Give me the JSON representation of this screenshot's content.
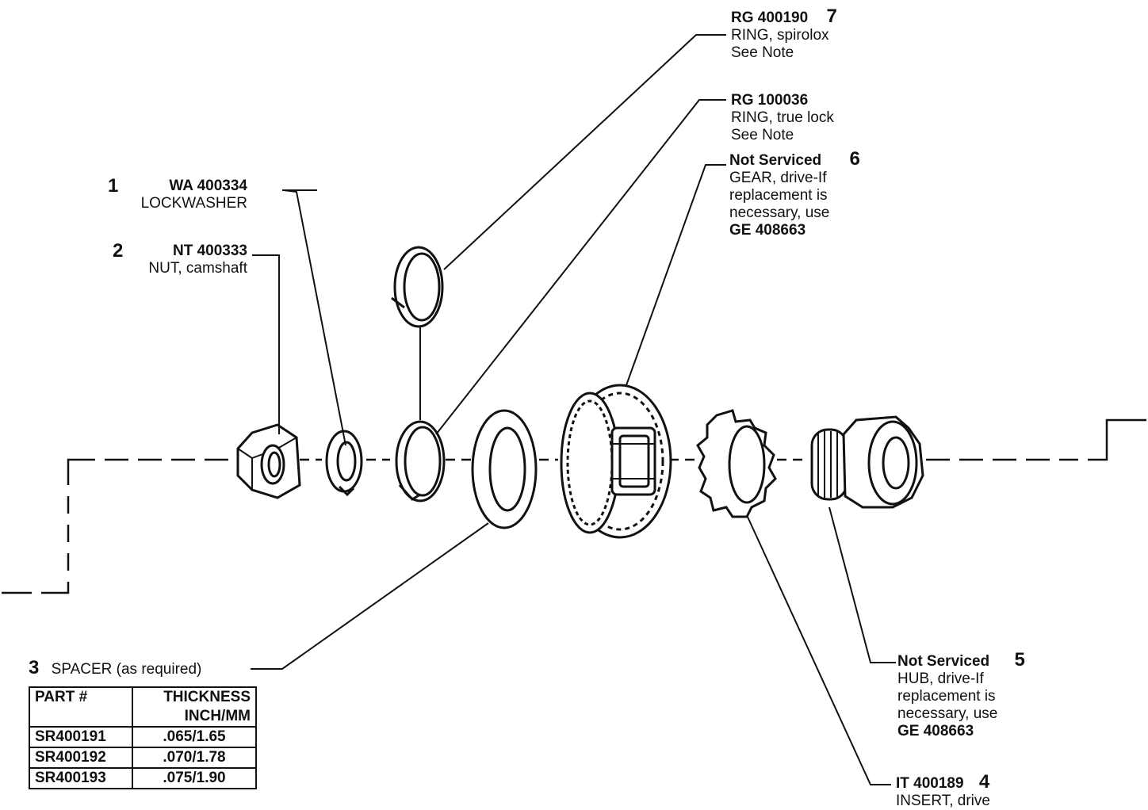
{
  "callouts": {
    "p7": {
      "num": "7",
      "part": "RG 400190",
      "desc": [
        "RING, spirolox",
        "See Note"
      ]
    },
    "p_ring": {
      "part": "RG 100036",
      "desc": [
        "RING, true lock",
        "See Note"
      ]
    },
    "p6": {
      "num": "6",
      "part": "Not Serviced",
      "desc": [
        "GEAR, drive-If",
        "replacement is",
        "necessary, use"
      ],
      "alt": "GE 408663"
    },
    "p1": {
      "num": "1",
      "part": "WA 400334",
      "desc": "LOCKWASHER"
    },
    "p2": {
      "num": "2",
      "part": "NT 400333",
      "desc": "NUT, camshaft"
    },
    "p3": {
      "num": "3",
      "desc": "SPACER (as required)"
    },
    "p5": {
      "num": "5",
      "part": "Not Serviced",
      "desc": [
        "HUB, drive-If",
        "replacement is",
        "necessary, use"
      ],
      "alt": "GE 408663"
    },
    "p4": {
      "num": "4",
      "part": "IT 400189",
      "desc": "INSERT, drive"
    }
  },
  "spacer_table": {
    "headers": [
      [
        "PART #"
      ],
      [
        "THICKNESS",
        "INCH/MM"
      ]
    ],
    "rows": [
      {
        "part": "SR400191",
        "thickness": ".065/1.65"
      },
      {
        "part": "SR400192",
        "thickness": ".070/1.78"
      },
      {
        "part": "SR400193",
        "thickness": ".075/1.90"
      }
    ]
  }
}
